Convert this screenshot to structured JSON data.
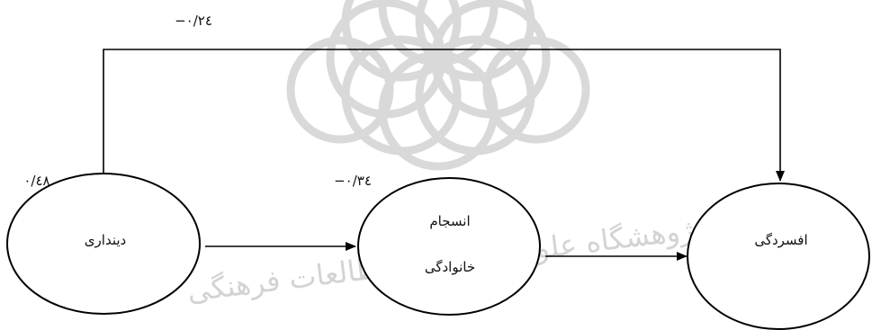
{
  "diagram": {
    "nodes": [
      {
        "label": "دینداری"
      },
      {
        "label_line1": "انسجام",
        "label_line2": "خانوادگی"
      },
      {
        "label": "افسردگی"
      }
    ],
    "edges": [
      {
        "from": 0,
        "to": 2,
        "coefficient": "−۰/۲٤"
      },
      {
        "from": 0,
        "to": 1
      },
      {
        "from": 1,
        "to": 2
      }
    ],
    "node_coefficients": {
      "religiosity": "۰/٤۸",
      "cohesion": "−۰/۳٤"
    },
    "colors": {
      "line": "#000000",
      "watermark": "#d9d9d9"
    }
  },
  "watermark": {
    "text": "پژوهشگاه علوم انسانی و مطالعات فرهنگی"
  }
}
